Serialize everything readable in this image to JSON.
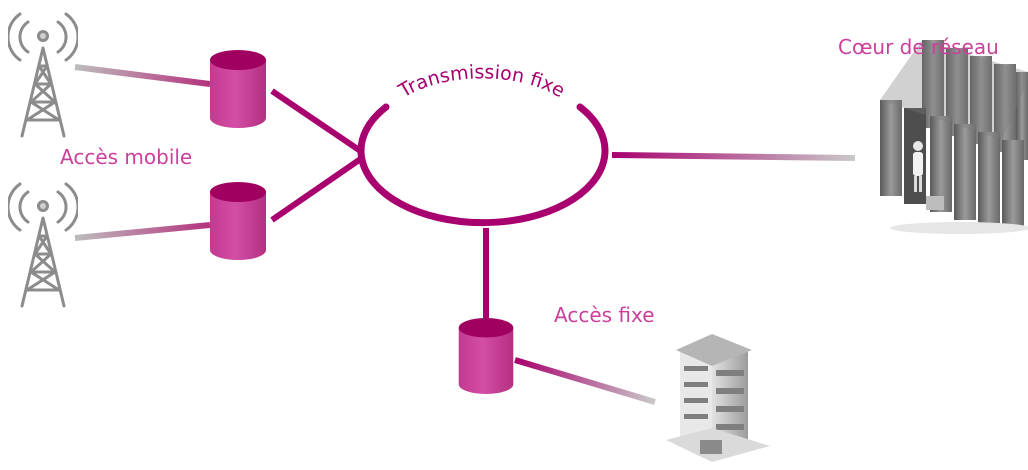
{
  "labels": {
    "mobile_access": "Accès mobile",
    "fixed_transmission": "Transmission fixe",
    "core_network": "Cœur de réseau",
    "fixed_access": "Accès fixe"
  },
  "colors": {
    "magenta_dark": "#a8006e",
    "magenta_light": "#cc3f9b",
    "cylinder_top": "#a0005f",
    "grey_line": "#b8b8b8",
    "grey_tower": "#8c8c8c"
  },
  "icons": {
    "tower": "radio-tower-icon",
    "cylinder": "database-node-icon",
    "datacenter": "server-room-icon",
    "building": "office-building-icon"
  }
}
